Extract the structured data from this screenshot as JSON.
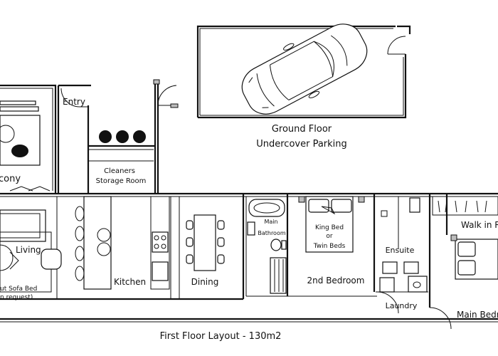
{
  "labels": {
    "entry": "Entry",
    "balcony": "cony",
    "ground_floor_title": "Ground Floor",
    "ground_floor_sub": "Undercover Parking",
    "cleaners_line1": "Cleaners",
    "cleaners_line2": "Storage Room",
    "living": "Living",
    "sofa_line1": "ut Sofa Bed",
    "sofa_line2": "n request)",
    "kitchen": "Kitchen",
    "dining": "Dining",
    "main_bath_line1": "Main",
    "main_bath_line2": "Bathroom",
    "bed2_line1": "King Bed",
    "bed2_line2": "or",
    "bed2_line3": "Twin Beds",
    "second_bedroom": "2nd Bedroom",
    "ensuite": "Ensuite",
    "laundry": "Laundry",
    "walk_in": "Walk in R",
    "main_bedroom": "Main Bedr",
    "footer": "First Floor Layout - 130m2"
  }
}
